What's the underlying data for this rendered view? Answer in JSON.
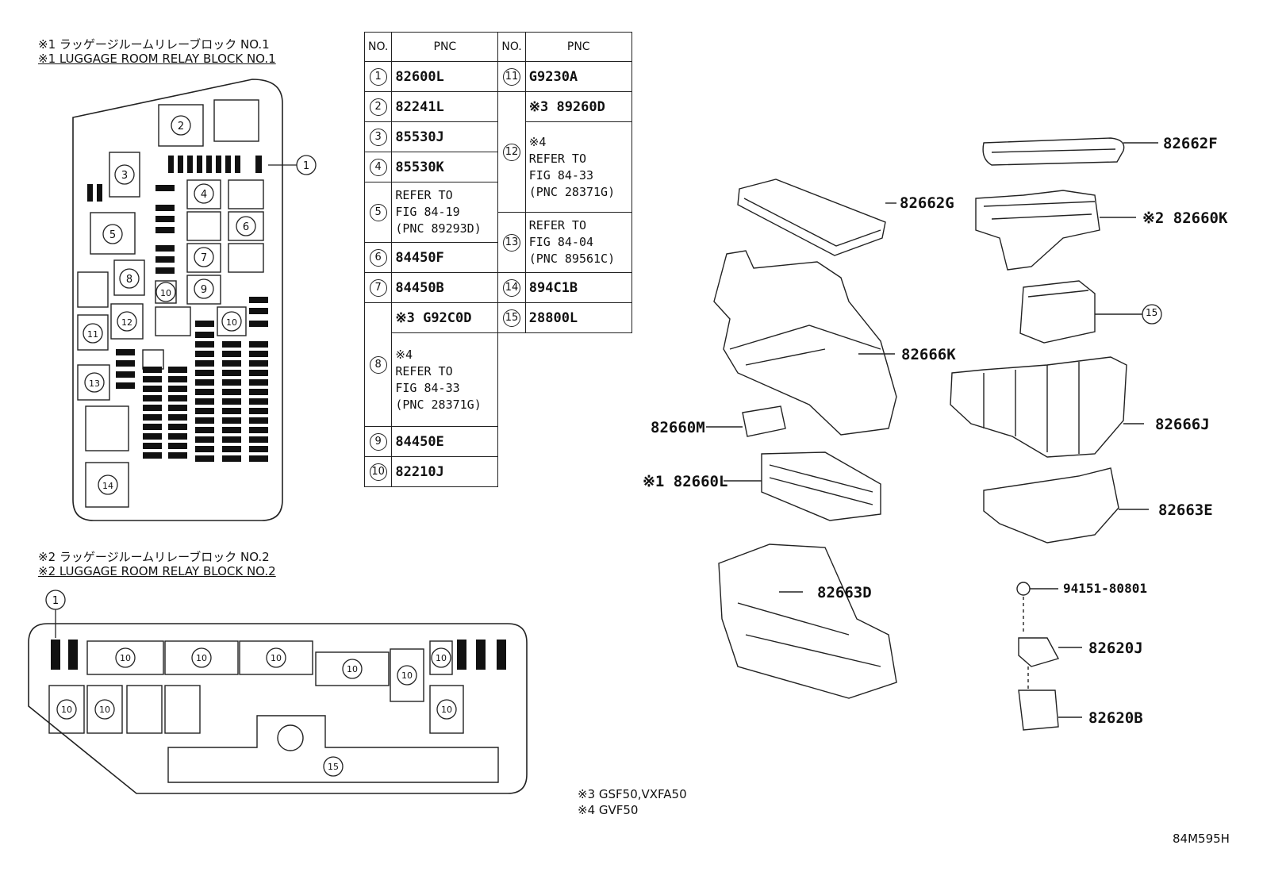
{
  "block1": {
    "title_jp": "※1 ラッゲージルームリレーブロック NO.1",
    "title_en": "※1 LUGGAGE ROOM RELAY BLOCK NO.1"
  },
  "block2": {
    "title_jp": "※2 ラッゲージルームリレーブロック NO.2",
    "title_en": "※2 LUGGAGE ROOM RELAY BLOCK NO.2"
  },
  "table": {
    "header_no": "NO.",
    "header_pnc": "PNC",
    "rows_left": [
      {
        "no": "1",
        "pnc": "82600L"
      },
      {
        "no": "2",
        "pnc": "82241L"
      },
      {
        "no": "3",
        "pnc": "85530J"
      },
      {
        "no": "4",
        "pnc": "85530K"
      },
      {
        "no": "5",
        "pnc": "REFER TO\nFIG 84-19\n(PNC 89293D)"
      },
      {
        "no": "6",
        "pnc": "84450F"
      },
      {
        "no": "7",
        "pnc": "84450B"
      },
      {
        "no": "8",
        "pnc_a": "※3 G92C0D",
        "pnc_b": "※4\nREFER TO\nFIG 84-33\n(PNC 28371G)"
      },
      {
        "no": "9",
        "pnc": "84450E"
      },
      {
        "no": "10",
        "pnc": "82210J"
      }
    ],
    "rows_right": [
      {
        "no": "11",
        "pnc": "G9230A"
      },
      {
        "no": "12",
        "pnc_a": "※3 89260D",
        "pnc_b": "※4\nREFER TO\nFIG 84-33\n(PNC 28371G)"
      },
      {
        "no": "13",
        "pnc": "REFER TO\nFIG 84-04\n(PNC 89561C)"
      },
      {
        "no": "14",
        "pnc": "894C1B"
      },
      {
        "no": "15",
        "pnc": "28800L"
      }
    ]
  },
  "callouts": {
    "c82662F": "82662F",
    "c82662G": "82662G",
    "c82660K": "※2 82660K",
    "c15": "15",
    "c82666K": "82666K",
    "c82666J": "82666J",
    "c82660M": "82660M",
    "c82660L": "※1 82660L",
    "c82663E": "82663E",
    "c82663D": "82663D",
    "c94151": "94151-80801",
    "c82620J": "82620J",
    "c82620B": "82620B"
  },
  "footnotes": {
    "n3": "※3 GSF50,VXFA50",
    "n4": "※4 GVF50"
  },
  "figure_id": "84M595H"
}
